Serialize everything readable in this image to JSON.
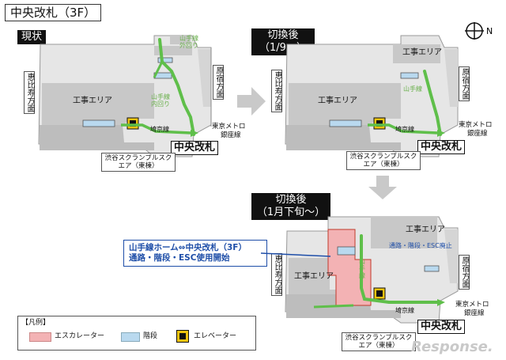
{
  "title": "中央改札（3F）",
  "panels": {
    "current": {
      "label": "現状"
    },
    "after1": {
      "label_line1": "切換後",
      "label_line2": "（1/9～）"
    },
    "after2": {
      "label_line1": "切換後",
      "label_line2": "（1月下旬～）"
    }
  },
  "labels": {
    "construction_area": "工事エリア",
    "ebisu": "恵比寿方面",
    "harajuku": "原宿方面",
    "central_gate": "中央改札",
    "tokyo_metro": "東京メトロ",
    "ginza_line": "銀座線",
    "saikyo_line": "埼京線",
    "yamanote_line": "山手線",
    "yamanote_outer": "山手線外回り",
    "yamanote_inner": "山手線内回り",
    "scramble_square": "渋谷スクランブルスクエア（東棟）",
    "stairs_closed": "通路・階段・ESC廃止"
  },
  "callout": {
    "line1": "山手線ホーム⇔中央改札（3F）",
    "line2": "通路・階段・ESC使用開始"
  },
  "legend": {
    "title": "【凡例】",
    "escalator": "エスカレーター",
    "stairs": "階段",
    "elevator": "エレベーター"
  },
  "watermark": "Response.",
  "colors": {
    "escalator_pink": "#f3b2b4",
    "stairs_blue": "#b9d9ef",
    "route_green": "#5fbf4a",
    "callout_blue": "#1e4ea8",
    "area_gray": "#c8c8c8",
    "corridor_gray": "#e6e6e6"
  }
}
